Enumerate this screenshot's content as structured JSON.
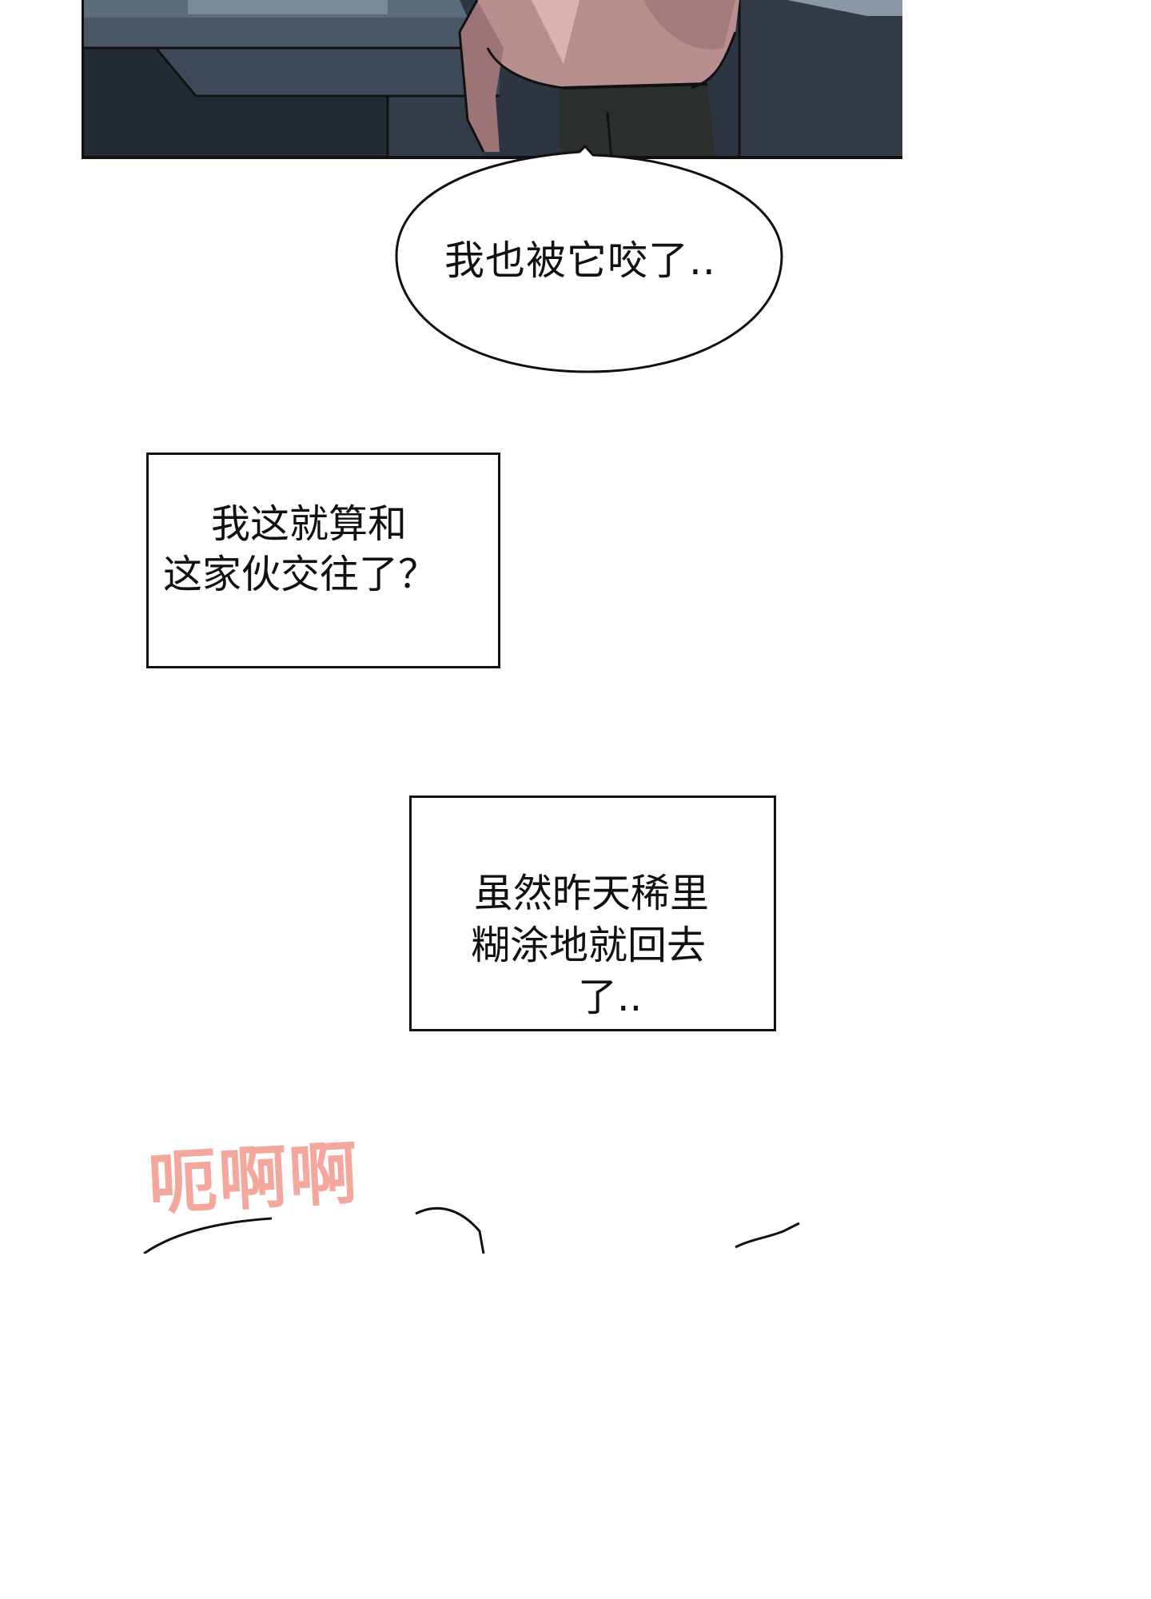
{
  "speech_bubble": {
    "text": "我也被它咬了.."
  },
  "narration_1": {
    "lines": [
      "我这就算和",
      "这家伙交往了？"
    ]
  },
  "narration_2": {
    "lines": [
      "虽然昨天稀里",
      "糊涂地就回去",
      "了.."
    ]
  },
  "sound_effect": {
    "text": "呃啊啊",
    "color": "#f4a79d"
  },
  "colors": {
    "panel_dark": "#2a3340",
    "skin": "#b88f8f",
    "ink": "#111111",
    "background": "#ffffff"
  }
}
